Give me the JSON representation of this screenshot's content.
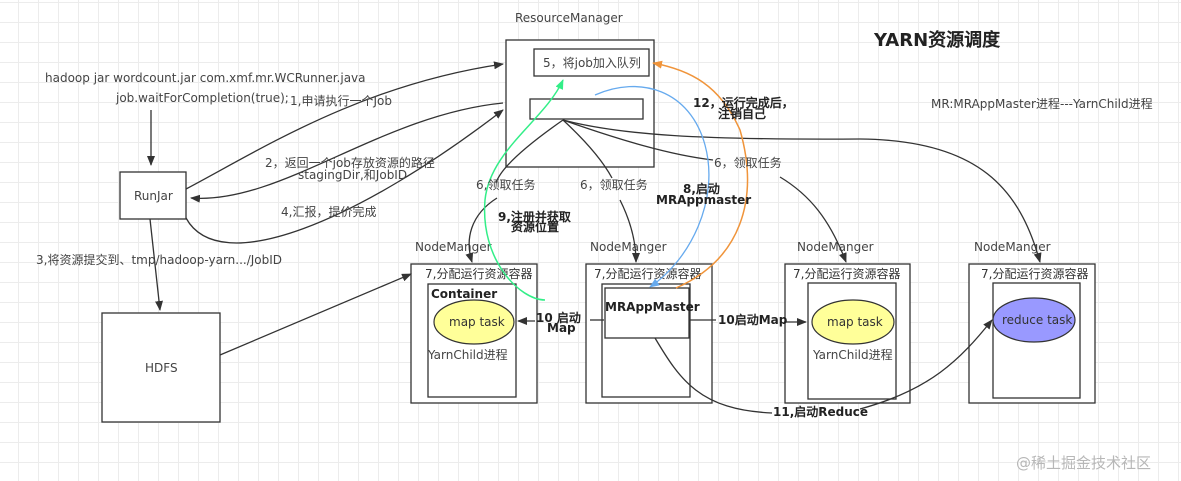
{
  "title": "YARN资源调度",
  "note": "MR:MRAppMaster进程---YarnChild进程",
  "command": {
    "line1": "hadoop jar wordcount.jar com.xmf.mr.WCRunner.java",
    "line2": "job.waitForCompletion(true);"
  },
  "nodes": {
    "resource_manager": {
      "label": "ResourceManager",
      "queue_label": "5，将job加入队列"
    },
    "runjar": {
      "label": "RunJar"
    },
    "hdfs": {
      "label": "HDFS"
    },
    "node_managers": [
      {
        "label": "NodeManger",
        "header": "7,分配运行资源容器",
        "container_label": "Container",
        "task": "map task",
        "process": "YarnChild进程",
        "task_color": "#ffff99"
      },
      {
        "label": "NodeManger",
        "header": "7,分配运行资源容器",
        "master": "MRAppMaster"
      },
      {
        "label": "NodeManger",
        "header": "7,分配运行资源容器",
        "task": "map task",
        "process": "YarnChild进程",
        "task_color": "#ffff99"
      },
      {
        "label": "NodeManger",
        "header": "7,分配运行资源容器",
        "task": "reduce task",
        "task_color": "#9999ff"
      }
    ]
  },
  "steps": {
    "s1": "1,申请执行一个Job",
    "s2a": "2，返回一个job存放资源的路径",
    "s2b": "stagingDir,和JobID",
    "s3": "3,将资源提交到、tmp/hadoop-yarn.../JobID",
    "s4": "4,汇报，提价完成",
    "s6a": "6,领取任务",
    "s6b": "6，领取任务",
    "s6c": "6，领取任务",
    "s8a": "8,启动",
    "s8b": "MRAppmaster",
    "s9a": "9,注册并获取",
    "s9b": "资源位置",
    "s10a": "10   启动",
    "s10b": "Map",
    "s10c": "10启动Map",
    "s11": "11,启动Reduce",
    "s12a": "12，运行完成后，",
    "s12b": "注销自己"
  },
  "colors": {
    "green_arrow": "#33ee88",
    "blue_arrow": "#66aaee",
    "orange_arrow": "#f0943a"
  },
  "watermark": "@稀土掘金技术社区"
}
